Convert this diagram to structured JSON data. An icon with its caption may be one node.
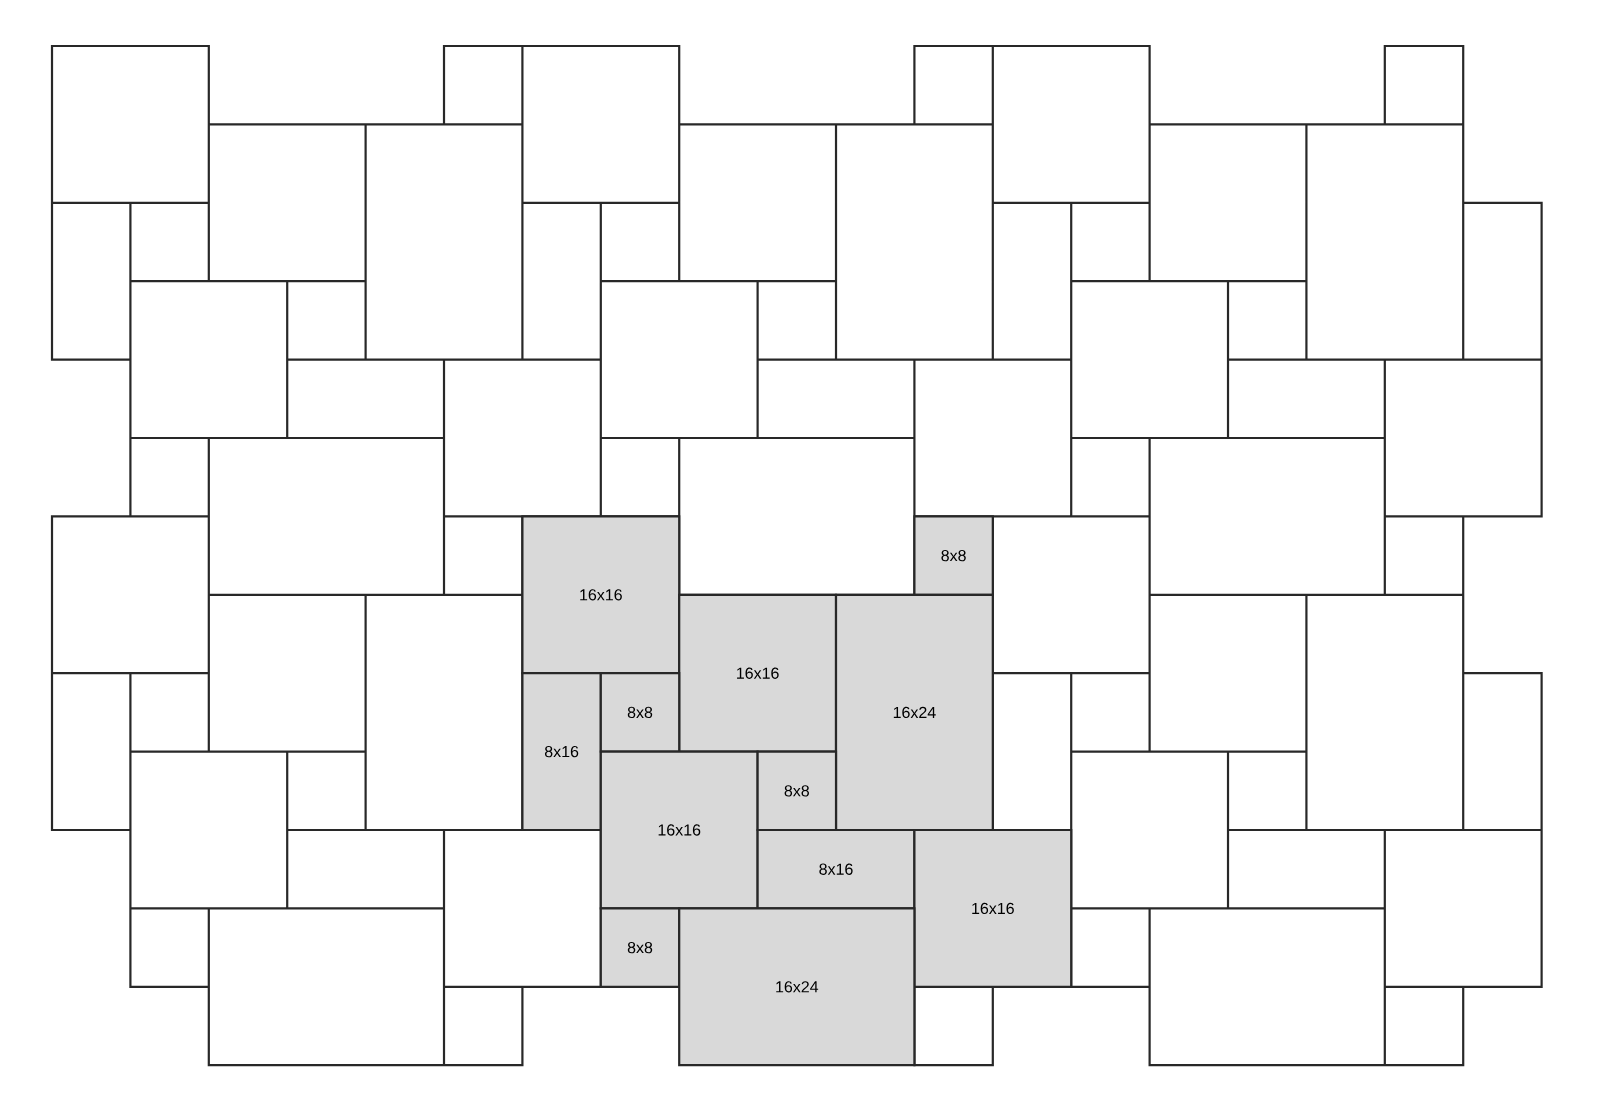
{
  "diagram": {
    "nodes": [
      {
        "text": [
          "16x16"
        ]
      },
      {
        "text": [
          "8x8"
        ]
      },
      {
        "text": [
          "16x16"
        ]
      },
      {
        "text": [
          "16x24"
        ]
      },
      {
        "text": [
          "8x16"
        ]
      },
      {
        "text": [
          "8x8"
        ]
      },
      {
        "text": [
          "16x16"
        ]
      },
      {
        "text": [
          "8x8"
        ]
      },
      {
        "text": [
          "8x16"
        ]
      },
      {
        "text": [
          "16x16"
        ]
      },
      {
        "text": [
          "8x8"
        ]
      },
      {
        "text": [
          "16x24"
        ]
      }
    ]
  }
}
